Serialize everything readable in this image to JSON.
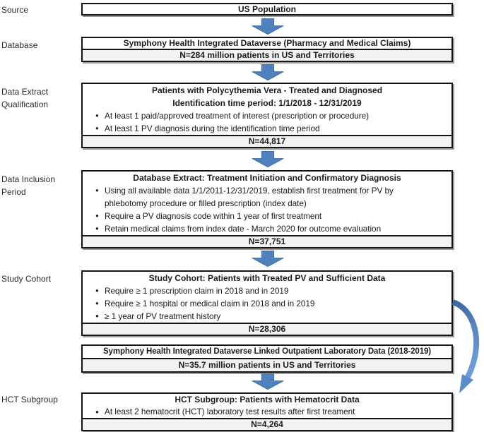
{
  "side_labels": {
    "source": "Source",
    "database": "Database",
    "data_extract_qualification": "Data Extract\nQualification",
    "data_inclusion_period": "Data Inclusion\nPeriod",
    "study_cohort": "Study Cohort",
    "hct_subgroup": "HCT Subgroup"
  },
  "boxes": {
    "population": {
      "title": "US Population"
    },
    "database": {
      "title": "Symphony Health Integrated Dataverse (Pharmacy and Medical Claims)",
      "n": "N=284 million patients in US and Territories"
    },
    "qualification": {
      "title_line1": "Patients with Polycythemia Vera - Treated and Diagnosed",
      "title_line2": "Identification time period: 1/1/2018 - 12/31/2019",
      "bullets": [
        "At least 1 paid/approved treatment of interest (prescription or procedure)",
        "At least 1 PV diagnosis during the identification time period"
      ],
      "n": "N=44,817"
    },
    "inclusion": {
      "title": "Database Extract: Treatment Initiation and Confirmatory Diagnosis",
      "bullets": [
        "Using all available data 1/1/2011-12/31/2019, establish first treatment for PV by\nphlebotomy procedure or filled prescription (index date)",
        "Require a PV diagnosis code within 1 year of first treatment",
        "Retain medical claims from index date - March 2020 for outcome evaluation"
      ],
      "n": "N=37,751"
    },
    "cohort": {
      "title": "Study Cohort: Patients with Treated PV and Sufficient Data",
      "bullets": [
        "Require ≥ 1 prescription claim in 2018 and in 2019",
        "Require ≥ 1 hospital or medical claim in 2018 and in 2019",
        "≥ 1 year of PV treatment history"
      ],
      "n": "N=28,306"
    },
    "lab": {
      "title": "Symphony Health Integrated Dataverse Linked Outpatient Laboratory Data (2018-2019)",
      "n": "N=35.7 million patients in US and Territories"
    },
    "hct": {
      "title": "HCT Subgroup: Patients with Hematocrit Data",
      "bullets": [
        "At least 2 hematocrit (HCT) laboratory test results after first treament"
      ],
      "n": "N=4,264"
    }
  },
  "glyphs": {
    "bullet": "●"
  },
  "colors": {
    "arrow_fill": "#4f81bd",
    "arrow_stroke": "#3d6ca6",
    "curve_dark": "#3a66a0",
    "curve_light": "#6f9cd6",
    "curve_head": "#5b8cc8"
  }
}
